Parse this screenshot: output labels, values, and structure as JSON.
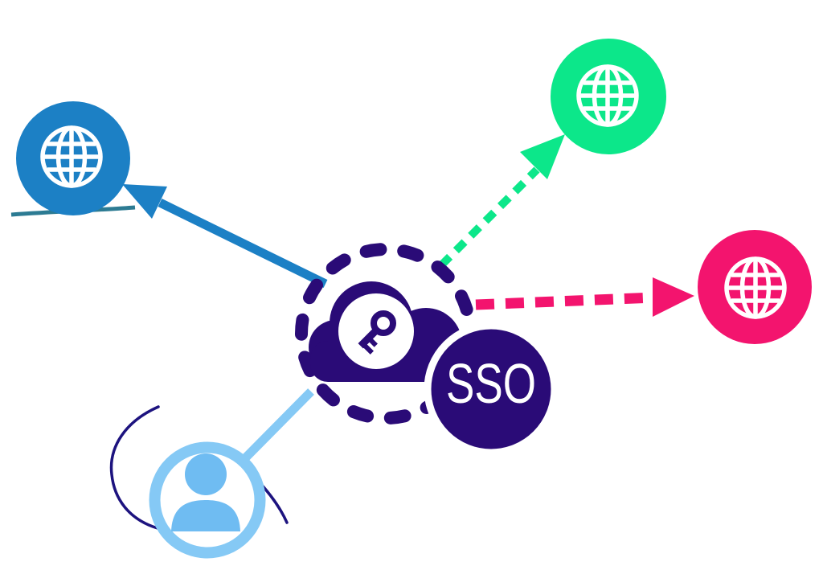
{
  "hub": {
    "label": "SSO",
    "icons": [
      "cloud-icon",
      "key-icon"
    ],
    "border_style": "dashed-circle"
  },
  "user": {
    "icon": "user-icon"
  },
  "services": [
    {
      "id": "service-blue",
      "icon": "globe-icon",
      "color": "#1c80c5",
      "arrow": "solid"
    },
    {
      "id": "service-green",
      "icon": "globe-icon",
      "color": "#0ce78a",
      "arrow": "dashed"
    },
    {
      "id": "service-pink",
      "icon": "globe-icon",
      "color": "#f3146e",
      "arrow": "dashed"
    }
  ],
  "colors": {
    "navy": "#2a0b77",
    "blue": "#1c80c5",
    "green": "#0ce78a",
    "pink": "#f3146e",
    "lightblue": "#85c9f5",
    "lightblue2": "#6fbcf2",
    "teal": "#2c7b93",
    "indigo": "#1d137f",
    "white": "#ffffff"
  }
}
